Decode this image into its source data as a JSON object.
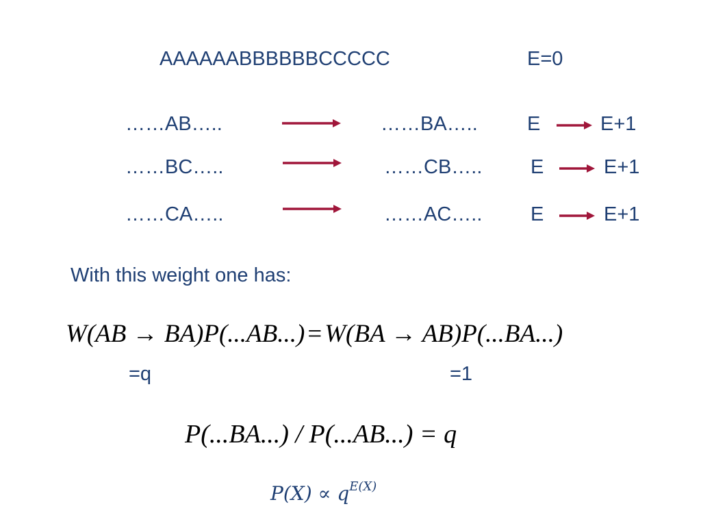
{
  "header": {
    "sequence": "AAAAAABBBBBBCCCCC",
    "energy_initial": "E=0"
  },
  "rules": [
    {
      "from": "……AB…..",
      "to": "……BA…..",
      "e_from": "E",
      "e_to": "E+1"
    },
    {
      "from": "……BC…..",
      "to": "……CB…..",
      "e_from": "E",
      "e_to": "E+1"
    },
    {
      "from": "……CA…..",
      "to": "……AC…..",
      "e_from": "E",
      "e_to": "E+1"
    }
  ],
  "intro_text": "With this weight one has:",
  "balance_equation": "W(AB → BA)P(...AB...) = W(BA → AB)P(...BA...)",
  "balance_parts": {
    "lhs_w": "W(AB → BA)",
    "lhs_p": "P(...AB...)",
    "eq": "=",
    "rhs_w": "W(BA → AB)",
    "rhs_p": "P(...BA...)"
  },
  "annotations": {
    "left": "=q",
    "right": "=1"
  },
  "ratio_equation": "P(...BA...) / P(...AB...) = q",
  "proportionality": {
    "lhs": "P(X) ∝ q",
    "exponent": "E(X)"
  },
  "colors": {
    "text_blue": "#1f3f73",
    "arrow_red": "#a0163a",
    "math_black": "#000000"
  }
}
